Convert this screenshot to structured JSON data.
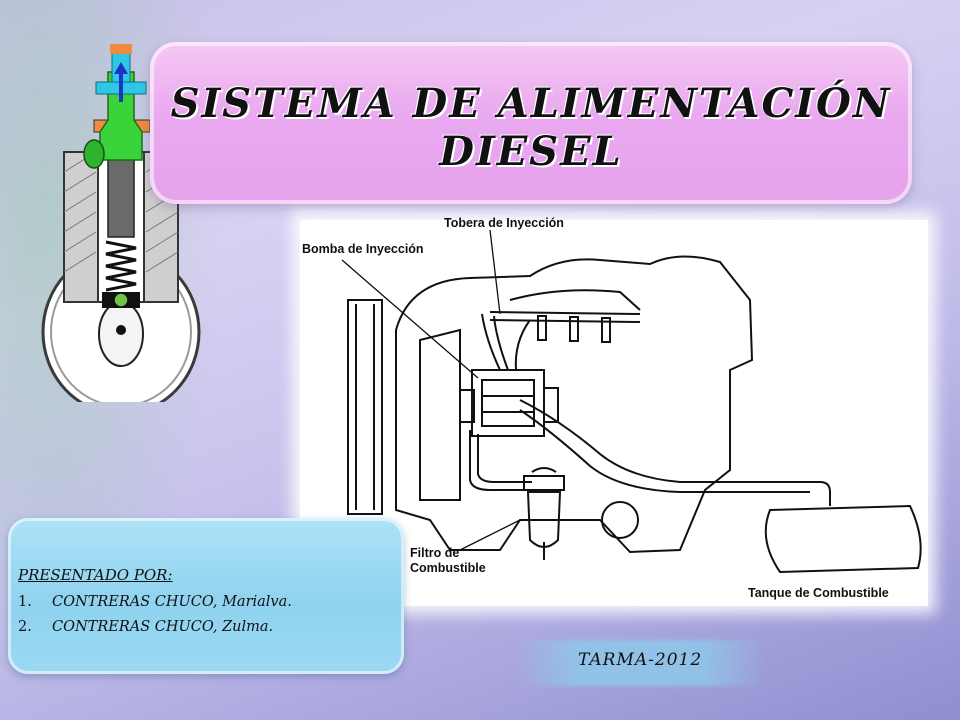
{
  "slide": {
    "title_line1": "SISTEMA  DE  ALIMENTACIÓN",
    "title_line2": "DIESEL"
  },
  "diagram": {
    "labels": {
      "nozzle": "Tobera de Inyección",
      "pump": "Bomba de Inyección",
      "filter_line1": "Filtro de",
      "filter_line2": "Combustible",
      "tank": "Tanque de Combustible"
    }
  },
  "presenters": {
    "heading": "PRESENTADO POR:",
    "items": [
      {
        "number": "1.",
        "name": "CONTRERAS CHUCO, Marialva."
      },
      {
        "number": "2.",
        "name": "CONTRERAS CHUCO, Zulma."
      }
    ]
  },
  "footer": {
    "place_year": "TARMA-2012"
  },
  "colors": {
    "title_bg": "#e9a9ef",
    "presenter_bg": "#8fd3f0",
    "pump_green": "#3ad43a",
    "pump_cyan": "#2ec7e6",
    "pump_orange": "#f08a3c"
  }
}
